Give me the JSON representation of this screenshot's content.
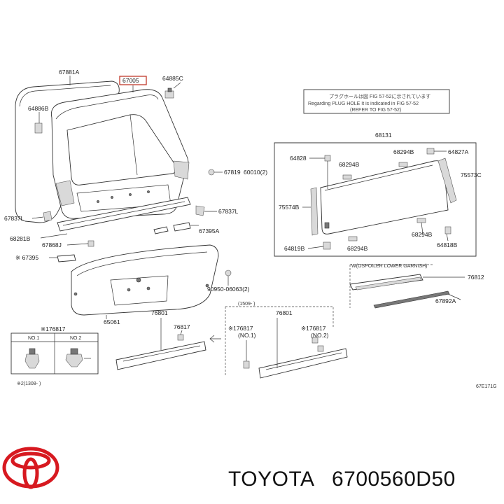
{
  "labels": {
    "l67881A": "67881A",
    "l67005": "67005",
    "l64885C": "64885C",
    "l64886B": "64886B",
    "l67819": "67819",
    "l60010": "60010(2)",
    "l67837L": "67837L",
    "l67837L_b": "67837L",
    "l67395A": "67395A",
    "l68281B": "68281B",
    "l67868J": "67868J",
    "l67395": "※ 67395",
    "l90950": "90950-06063(2)",
    "l65061": "65061",
    "l76801a": "76801",
    "l76817a": "76817",
    "l76801b": "76801",
    "l76817no1": "※176817",
    "l76817no1b": "(NO.1)",
    "l76817no2": "※176817",
    "l76817no2b": "(NO.2)",
    "l76817box": "※176817",
    "lno1": "NO.1",
    "lno2": "NO.2",
    "l2_1308": "※2(1308-   )",
    "l1509": "(1509-   )",
    "l68131": "68131",
    "l64828": "64828",
    "l68294B_a": "68294B",
    "l68294B_b": "68294B",
    "l64827A": "64827A",
    "l75573C": "75573C",
    "l75574B": "75574B",
    "l68294B_c": "68294B",
    "l68294B_d": "68294B",
    "l64819B": "64819B",
    "l64818B": "64818B",
    "lgarnish": "W(OSPOILER LOWER GARNISH)",
    "l76812": "76812",
    "l67892A": "67892A",
    "lcode": "67E171G"
  },
  "note": {
    "line1": "プラグホールは図 FIG 57-52に示されています",
    "line2": "Regarding PLUG HOLE It is indicated in FIG 57-52",
    "line3": "(REFER TO FIG 57-52)"
  },
  "footer": {
    "brand": "TOYOTA",
    "part_number": "6700560D50"
  },
  "colors": {
    "logo_red": "#d71920",
    "highlight_box": "#c0392b"
  }
}
